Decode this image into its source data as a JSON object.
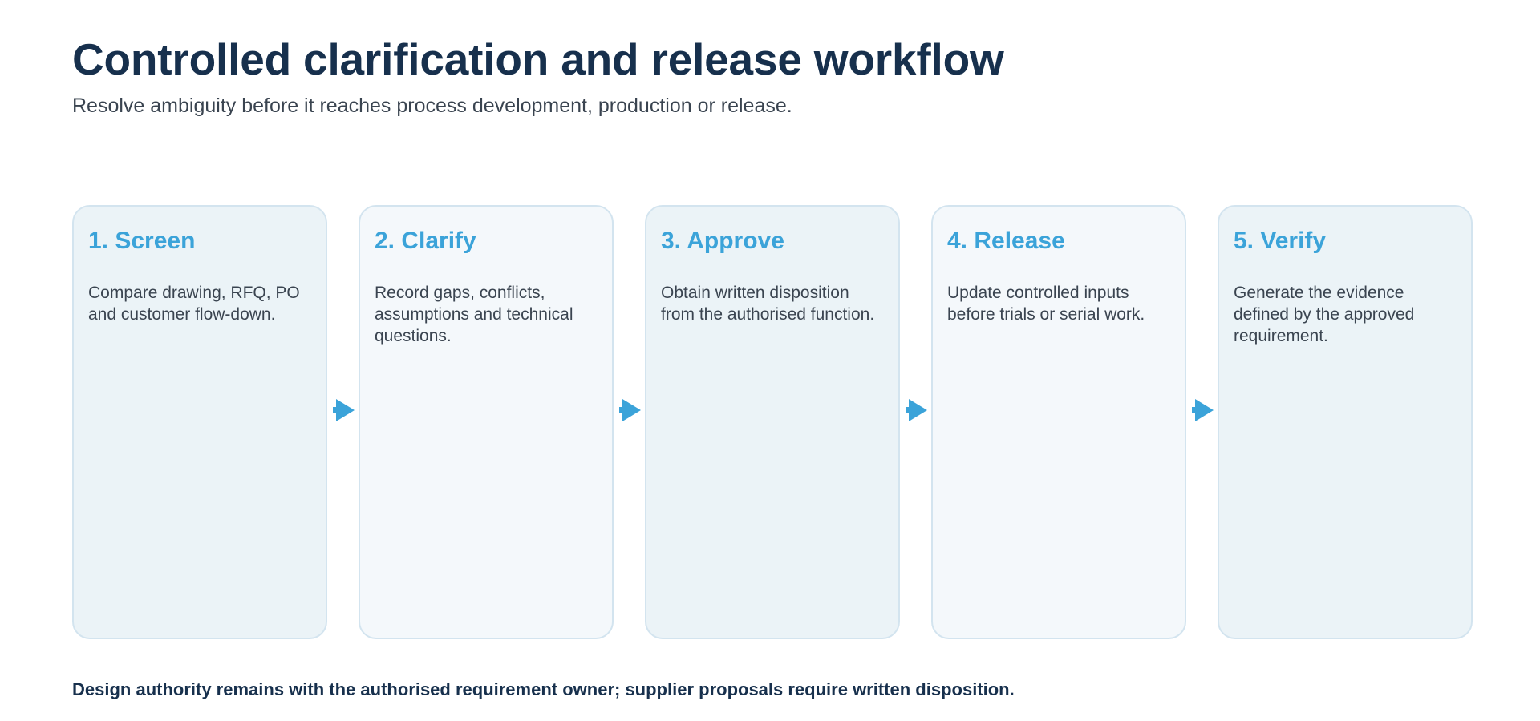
{
  "header": {
    "title": "Controlled clarification and release workflow",
    "subtitle": "Resolve ambiguity before it reaches process development, production or release."
  },
  "steps": [
    {
      "title": "1. Screen",
      "text": "Compare drawing, RFQ, PO and customer flow-down."
    },
    {
      "title": "2. Clarify",
      "text": "Record gaps, conflicts, assumptions and technical questions."
    },
    {
      "title": "3. Approve",
      "text": "Obtain written disposition from the authorised function."
    },
    {
      "title": "4. Release",
      "text": "Update controlled inputs before trials or serial work."
    },
    {
      "title": "5. Verify",
      "text": "Generate the evidence defined by the approved requirement."
    }
  ],
  "connectors": {
    "icon": "arrow-right-icon",
    "color": "#3ba3d9"
  },
  "footer": {
    "note": "Design authority remains with the authorised requirement owner; supplier proposals require written disposition."
  },
  "colors": {
    "title": "#17304d",
    "accent": "#3ba3d9",
    "card_fill_a": "#ebf3f7",
    "card_fill_b": "#f4f8fb",
    "card_border": "#d3e4ef"
  }
}
